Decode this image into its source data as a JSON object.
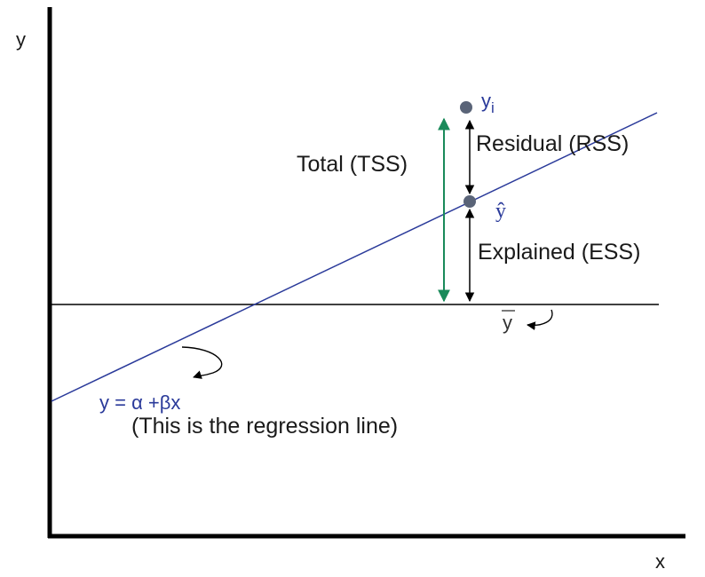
{
  "axes": {
    "x_label": "x",
    "y_label": "y"
  },
  "points": {
    "observed_label": "y",
    "observed_subscript": "i",
    "fitted_label": "ŷ"
  },
  "mean": {
    "label": "y"
  },
  "segments": {
    "total": "Total (TSS)",
    "residual": "Residual (RSS)",
    "explained": "Explained (ESS)"
  },
  "regression": {
    "equation": "y = α +βx",
    "caption": "(This is the regression line)"
  },
  "colors": {
    "axis": "#000000",
    "regression_line": "#2a3a9a",
    "total_arrow": "#1a8a5a",
    "point": "#5a6478",
    "label_blue": "#2a3a9a"
  }
}
